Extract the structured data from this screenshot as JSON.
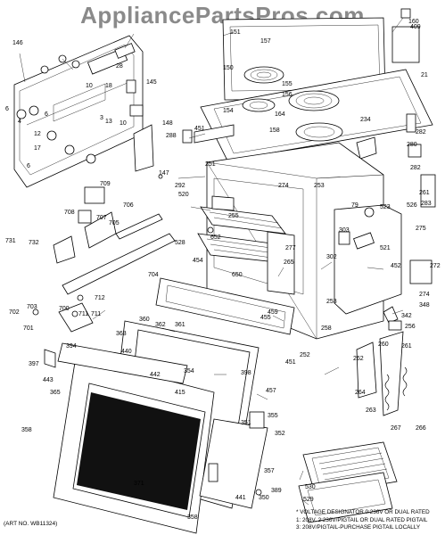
{
  "watermark": "AppliancePartsPros.com",
  "art_number": "(ART NO. WB11324)",
  "notes": [
    "* VOLTAGE DESIGNATOR 0:236V OR DUAL RATED",
    "1: 208V, 2:236V/PIGTAIL OR DUAL RATED PIGTAIL",
    "3: 208V/PIGTAIL-PURCHASE PIGTAIL LOCALLY"
  ],
  "part_labels": [
    "146",
    "6",
    "4",
    "12",
    "17",
    "6",
    "10",
    "18",
    "28",
    "145",
    "13",
    "10",
    "3",
    "148",
    "6",
    "288",
    "151",
    "157",
    "150",
    "155",
    "156",
    "154",
    "164",
    "158",
    "234",
    "282",
    "160",
    "409",
    "21",
    "280",
    "282",
    "261",
    "253",
    "451",
    "147",
    "292",
    "251",
    "520",
    "255",
    "274",
    "79",
    "523",
    "526",
    "283",
    "709",
    "708",
    "707",
    "705",
    "706",
    "731",
    "732",
    "528",
    "277",
    "265",
    "302",
    "303",
    "521",
    "275",
    "454",
    "650",
    "652",
    "704",
    "452",
    "272",
    "712",
    "711",
    "711",
    "253",
    "274",
    "342",
    "348",
    "256",
    "702",
    "703",
    "700",
    "701",
    "455",
    "362",
    "361",
    "360",
    "363",
    "459",
    "258",
    "397",
    "394",
    "440",
    "443",
    "442",
    "354",
    "398",
    "457",
    "252",
    "262",
    "260",
    "261",
    "365",
    "415",
    "451",
    "264",
    "263",
    "267",
    "266",
    "355",
    "351",
    "352",
    "358",
    "371",
    "441",
    "350",
    "357",
    "389",
    "530",
    "529",
    "358"
  ]
}
